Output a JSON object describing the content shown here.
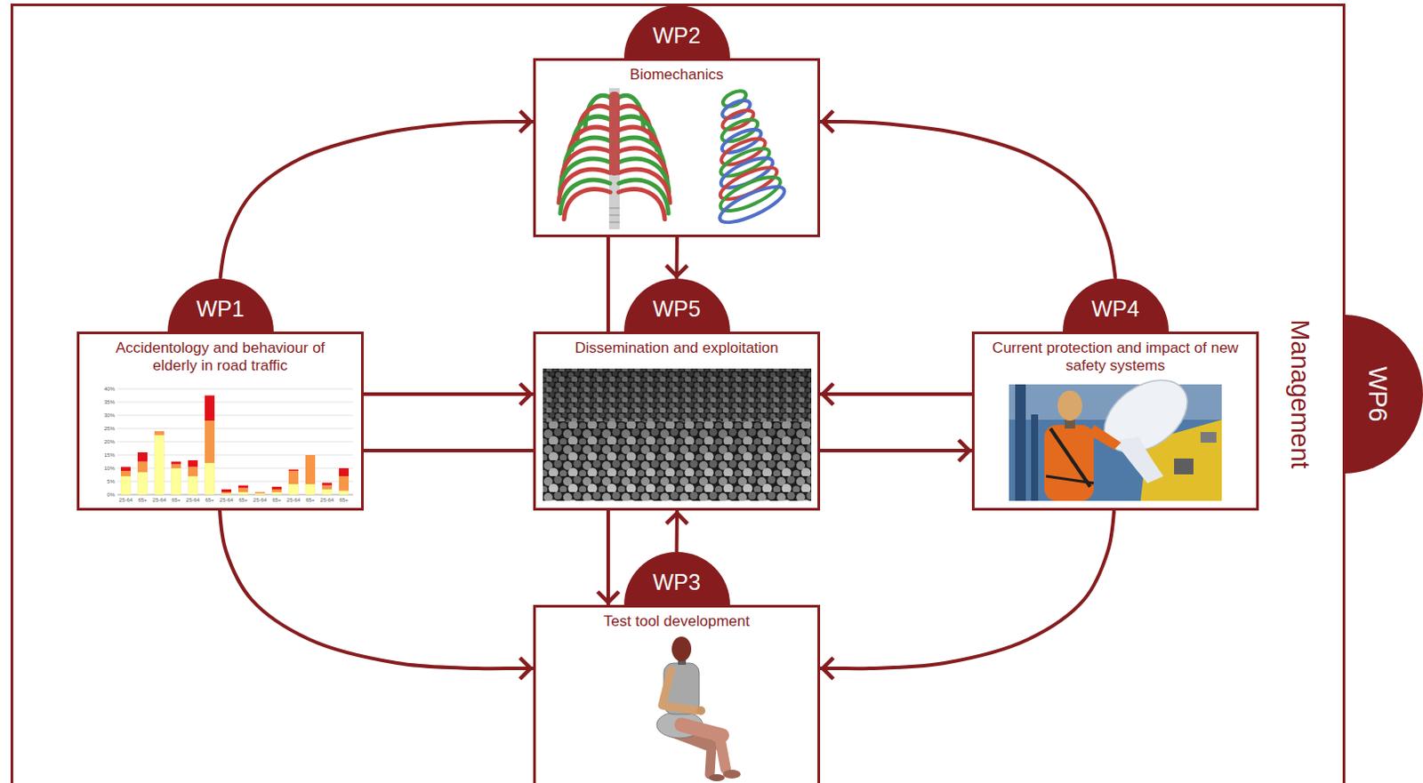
{
  "diagram": {
    "nodes": [
      {
        "text": [
          "WP6",
          "Management"
        ]
      },
      {
        "text": [
          "WP2",
          "Biomechanics"
        ],
        "in": 0
      },
      {
        "text": [
          "WP1",
          "Accidentology and behaviour of elderly in road traffic"
        ],
        "in": 0
      },
      {
        "text": [
          "WP5",
          "Dissemination and exploitation"
        ],
        "in": 0
      },
      {
        "text": [
          "WP4",
          "Current protection and impact of new safety systems"
        ],
        "in": 0
      },
      {
        "text": [
          "WP3",
          "Test tool development"
        ],
        "in": 0
      }
    ],
    "edges": [
      {
        "from": 2,
        "to": 1,
        "arrow": "to"
      },
      {
        "from": 4,
        "to": 1,
        "arrow": "to"
      },
      {
        "from": 1,
        "to": 3,
        "arrow": "to"
      },
      {
        "from": 1,
        "to": 5,
        "arrow": "to"
      },
      {
        "from": 2,
        "to": 3,
        "arrow": "to"
      },
      {
        "from": 2,
        "to": 4,
        "arrow": "to"
      },
      {
        "from": 4,
        "to": 3,
        "arrow": "to"
      },
      {
        "from": 5,
        "to": 3,
        "arrow": "to"
      },
      {
        "from": 2,
        "to": 5,
        "arrow": "to"
      },
      {
        "from": 4,
        "to": 5,
        "arrow": "to"
      }
    ],
    "labels": [
      "40%",
      "35%",
      "30%",
      "25%",
      "20%",
      "15%",
      "10%",
      "5%",
      "0%",
      "25-64",
      "65+",
      "25-64",
      "65+",
      "25-64",
      "65+",
      "25-64",
      "65+",
      "25-64",
      "65+",
      "25-64",
      "65+",
      "25-64",
      "65+"
    ]
  }
}
